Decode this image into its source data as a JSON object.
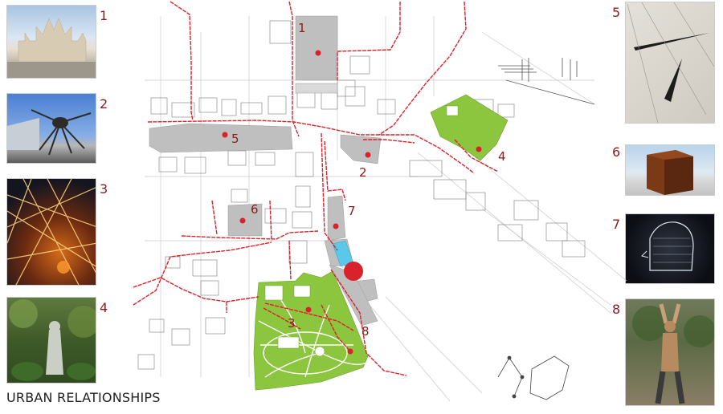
{
  "caption": "URBAN RELATIONSHIPS",
  "left_photos": [
    {
      "label": "1",
      "subject": "cathedral"
    },
    {
      "label": "2",
      "subject": "spider sculpture"
    },
    {
      "label": "3",
      "subject": "light installation"
    },
    {
      "label": "4",
      "subject": "garden sculpture"
    }
  ],
  "right_photos": [
    {
      "label": "5",
      "subject": "cracked surface"
    },
    {
      "label": "6",
      "subject": "rust cube"
    },
    {
      "label": "7",
      "subject": "glass head"
    },
    {
      "label": "8",
      "subject": "performer"
    }
  ],
  "map_labels": [
    "1",
    "2",
    "3",
    "4",
    "5",
    "6",
    "7",
    "8"
  ],
  "colors": {
    "route": "#d9222a",
    "park": "#8cc63f",
    "block": "#bfbfbf",
    "label": "#8b1a1a",
    "water": "#5bc8e8"
  }
}
